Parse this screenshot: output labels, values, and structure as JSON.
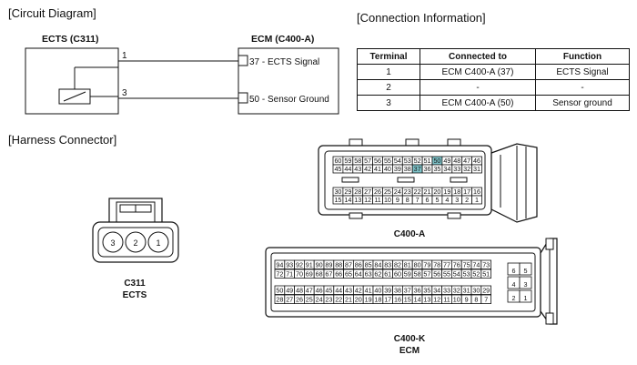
{
  "sections": {
    "circuit": "[Circuit Diagram]",
    "connection": "[Connection Information]",
    "harness": "[Harness Connector]"
  },
  "circuit": {
    "left_title": "ECTS (C311)",
    "right_title": "ECM (C400-A)",
    "left_pins": [
      "1",
      "3"
    ],
    "right_pins": [
      "37 - ECTS Signal",
      "50 - Sensor Ground"
    ]
  },
  "table": {
    "headers": [
      "Terminal",
      "Connected to",
      "Function"
    ],
    "rows": [
      [
        "1",
        "ECM C400-A (37)",
        "ECTS Signal"
      ],
      [
        "2",
        "-",
        "-"
      ],
      [
        "3",
        "ECM C400-A (50)",
        "Sensor ground"
      ]
    ]
  },
  "c311": {
    "pins": [
      "3",
      "2",
      "1"
    ],
    "caption_1": "C311",
    "caption_2": "ECTS"
  },
  "c400a": {
    "row1": [
      "60",
      "59",
      "58",
      "57",
      "56",
      "55",
      "54",
      "53",
      "52",
      "51",
      "50",
      "49",
      "48",
      "47",
      "46"
    ],
    "row2": [
      "45",
      "44",
      "43",
      "42",
      "41",
      "40",
      "39",
      "38",
      "37",
      "36",
      "35",
      "34",
      "33",
      "32",
      "31"
    ],
    "row3": [
      "30",
      "29",
      "28",
      "27",
      "26",
      "25",
      "24",
      "23",
      "22",
      "21",
      "20",
      "19",
      "18",
      "17",
      "16"
    ],
    "row4": [
      "15",
      "14",
      "13",
      "12",
      "11",
      "10",
      "9",
      "8",
      "7",
      "6",
      "5",
      "4",
      "3",
      "2",
      "1"
    ],
    "highlight": [
      "37",
      "50"
    ],
    "highlight_color": "#7ec3c9",
    "caption": "C400-A"
  },
  "c400k": {
    "row1": [
      "94",
      "93",
      "92",
      "91",
      "90",
      "89",
      "88",
      "87",
      "86",
      "85",
      "84",
      "83",
      "82",
      "81",
      "80",
      "79",
      "78",
      "77",
      "76",
      "75",
      "74",
      "73"
    ],
    "row2": [
      "72",
      "71",
      "70",
      "69",
      "68",
      "67",
      "66",
      "65",
      "64",
      "63",
      "62",
      "61",
      "60",
      "59",
      "58",
      "57",
      "56",
      "55",
      "54",
      "53",
      "52",
      "51"
    ],
    "row3": [
      "50",
      "49",
      "48",
      "47",
      "46",
      "45",
      "44",
      "43",
      "42",
      "41",
      "40",
      "39",
      "38",
      "37",
      "36",
      "35",
      "34",
      "33",
      "32",
      "31",
      "30",
      "29"
    ],
    "row4": [
      "28",
      "27",
      "26",
      "25",
      "24",
      "23",
      "22",
      "21",
      "20",
      "19",
      "18",
      "17",
      "16",
      "15",
      "14",
      "13",
      "12",
      "11",
      "10",
      "9",
      "8",
      "7"
    ],
    "side": [
      [
        "6",
        "5"
      ],
      [
        "4",
        "3"
      ],
      [
        "2",
        "1"
      ]
    ],
    "caption_1": "C400-K",
    "caption_2": "ECM"
  }
}
